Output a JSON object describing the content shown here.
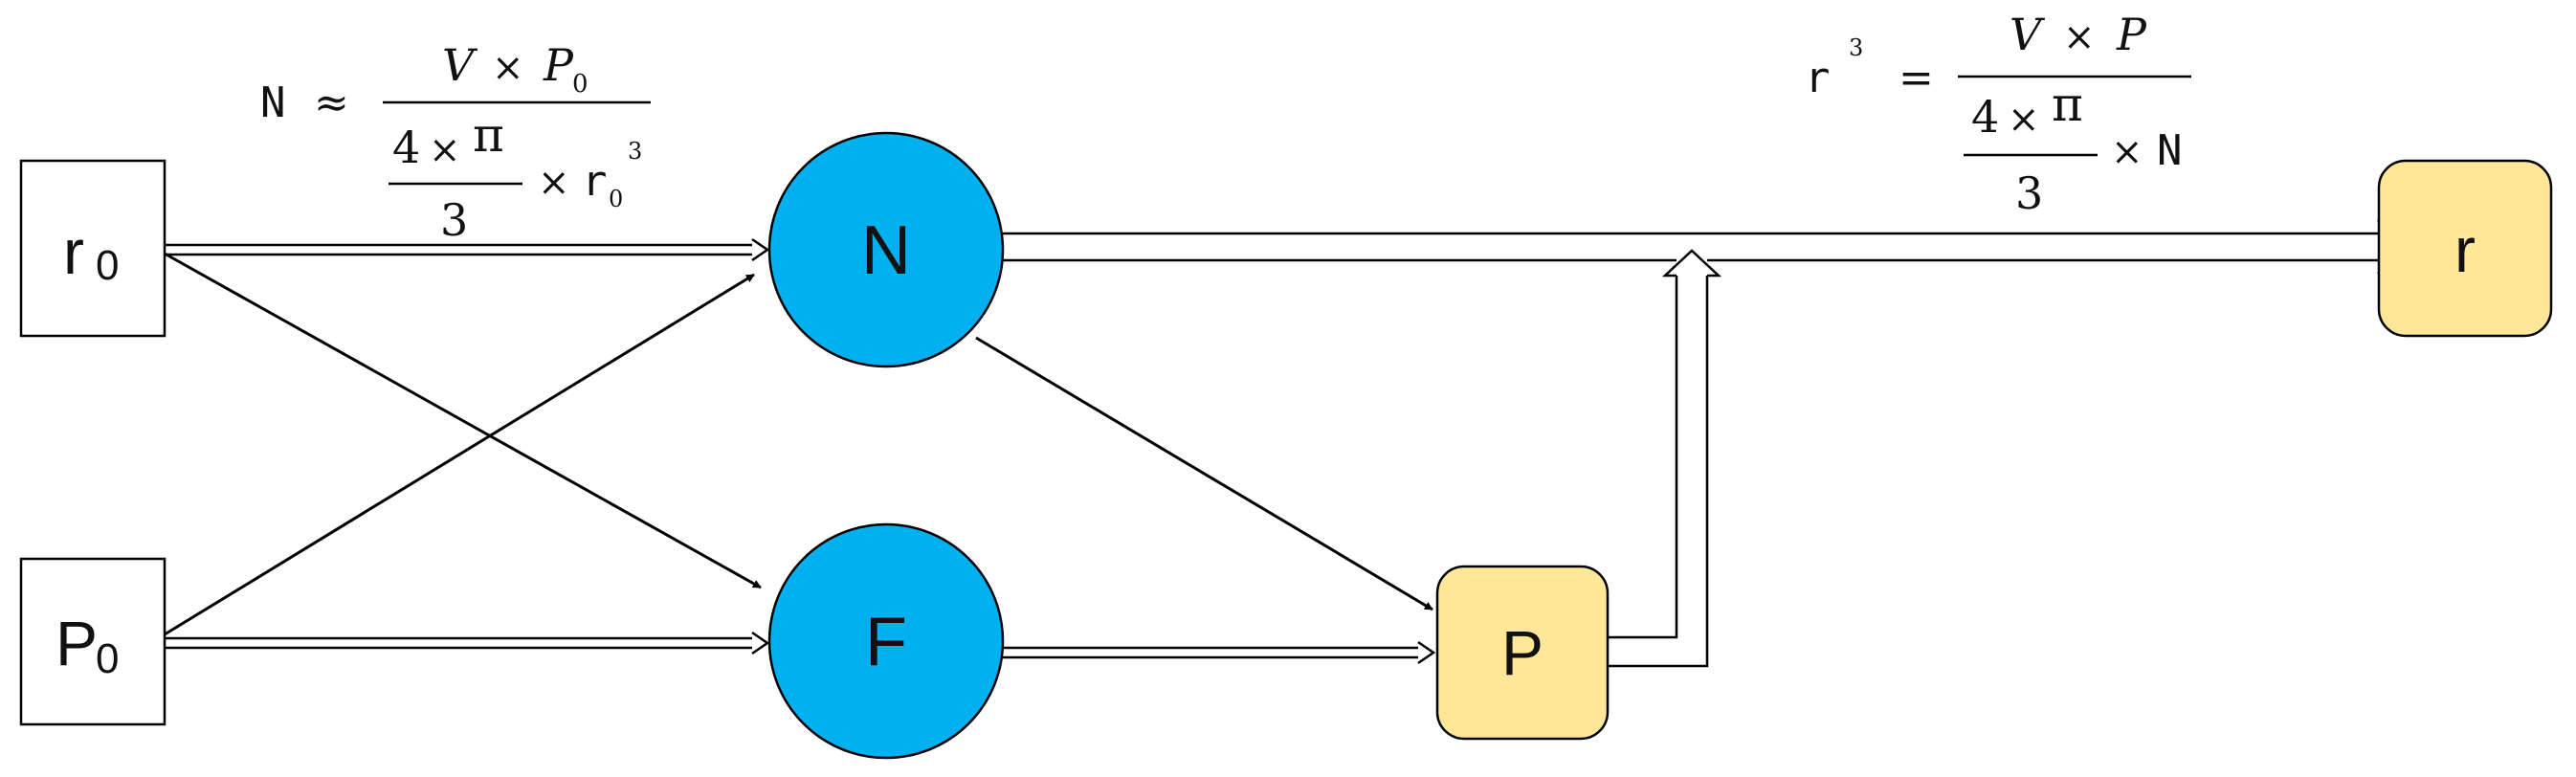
{
  "nodes": {
    "r0": {
      "main": "r",
      "sub": "0"
    },
    "p0": {
      "main": "P",
      "sub": "0"
    },
    "n": {
      "label": "N"
    },
    "f": {
      "label": "F"
    },
    "p": {
      "label": "P"
    },
    "r": {
      "label": "r"
    }
  },
  "formula_n": {
    "lhs": "N",
    "approx": "≈",
    "num_v": "V",
    "times": "×",
    "num_p": "P",
    "num_p_sub": "0",
    "den_4": "4",
    "den_pi": "π",
    "den_3": "3",
    "den_r": "r",
    "den_r_sub": "0",
    "den_r_sup": "3"
  },
  "formula_r": {
    "lhs": "r",
    "lhs_sup": "3",
    "eq": "=",
    "num_v": "V",
    "times": "×",
    "num_p": "P",
    "den_4": "4",
    "den_pi": "π",
    "den_3": "3",
    "den_n": "N"
  },
  "colors": {
    "circle_fill": "#00B0F0",
    "rounded_fill": "#FFE699",
    "stroke": "#000000"
  }
}
